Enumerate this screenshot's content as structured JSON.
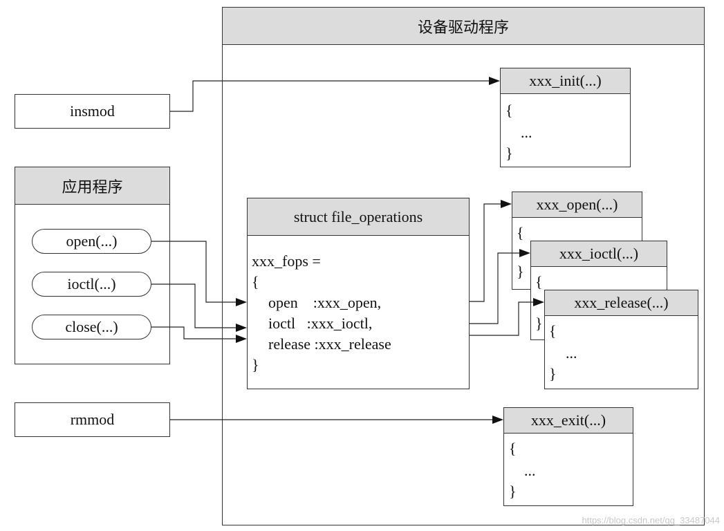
{
  "driver": {
    "title": "设备驱动程序"
  },
  "app": {
    "title": "应用程序",
    "calls": [
      "open(...)",
      "ioctl(...)",
      "close(...)"
    ]
  },
  "insmod": "insmod",
  "rmmod": "rmmod",
  "init": {
    "title": "xxx_init(...)",
    "open_brace": "{",
    "body": "...",
    "close_brace": "}"
  },
  "exit": {
    "title": "xxx_exit(...)",
    "open_brace": "{",
    "body": "...",
    "close_brace": "}"
  },
  "fops": {
    "title": "struct file_operations",
    "decl": "xxx_fops =",
    "open_brace": "{",
    "entries": [
      "open    :xxx_open,",
      "ioctl   :xxx_ioctl,",
      "release :xxx_release"
    ],
    "close_brace": "}"
  },
  "open_fn": {
    "title": "xxx_open(...)",
    "brace1": "{",
    "brace2": "}"
  },
  "ioctl_fn": {
    "title": "xxx_ioctl(...)",
    "brace1": "{",
    "brace2": "}"
  },
  "release_fn": {
    "title": "xxx_release(...)",
    "open_brace": "{",
    "body": "...",
    "close_brace": "}"
  },
  "watermark": "https://blog.csdn.net/qq_33487044"
}
